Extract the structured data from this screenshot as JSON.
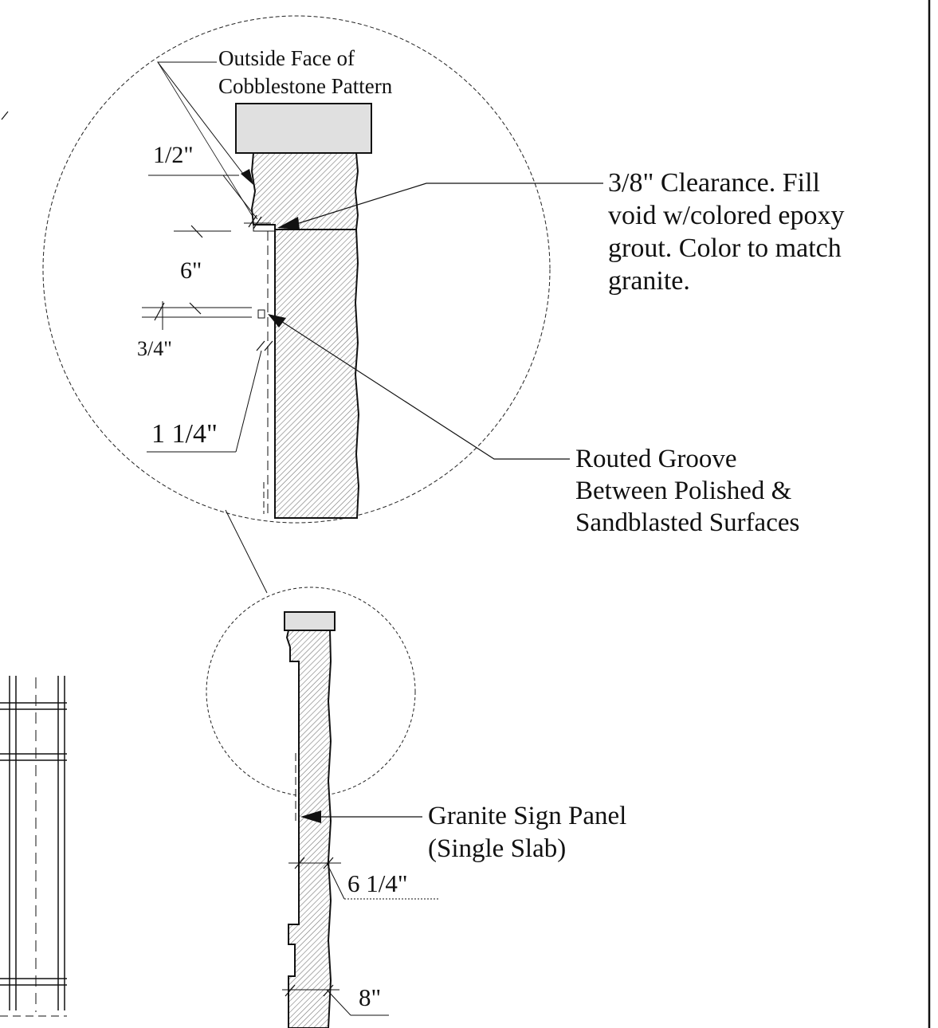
{
  "labels": {
    "outside_face_line1": "Outside Face of",
    "outside_face_line2": "Cobblestone Pattern",
    "clearance_line1": "3/8\" Clearance. Fill",
    "clearance_line2": "void w/colored epoxy",
    "clearance_line3": "grout. Color to match",
    "clearance_line4": "granite.",
    "groove_line1": "Routed Groove",
    "groove_line2": "Between Polished &",
    "groove_line3": "Sandblasted Surfaces",
    "panel_line1": "Granite Sign Panel",
    "panel_line2": "(Single Slab)"
  },
  "dimensions": {
    "half_inch": "1/2\"",
    "six_inch": "6\"",
    "three_quarter": "3/4\"",
    "one_quarter": "1 1/4\"",
    "six_quarter": "6 1/4\"",
    "eight_inch": "8\""
  },
  "colors": {
    "ink": "#111111",
    "background": "#ffffff",
    "cap_fill": "#e0e0e0",
    "hatch": "#666666"
  }
}
